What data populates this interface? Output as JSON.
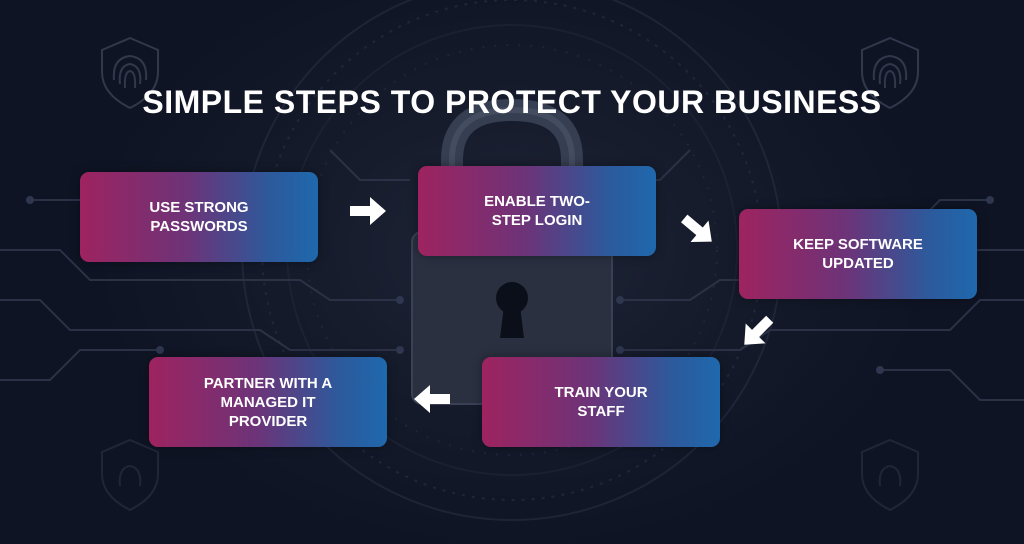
{
  "title": "SIMPLE STEPS TO PROTECT YOUR BUSINESS",
  "colors": {
    "background": "#0f1424",
    "box_start": "#9e2360",
    "box_end": "#1f68ad",
    "arrow": "#ffffff"
  },
  "steps": [
    {
      "label": "USE STRONG\nPASSWORDS"
    },
    {
      "label": "ENABLE TWO-\nSTEP LOGIN"
    },
    {
      "label": "KEEP SOFTWARE\nUPDATED"
    },
    {
      "label": "TRAIN YOUR\nSTAFF"
    },
    {
      "label": "PARTNER WITH A\nMANAGED IT PROVIDER"
    }
  ],
  "icons": [
    "fingerprint-shield-icon",
    "padlock-icon",
    "arrow-right-icon",
    "arrow-down-right-icon",
    "arrow-down-left-icon",
    "arrow-left-icon"
  ]
}
